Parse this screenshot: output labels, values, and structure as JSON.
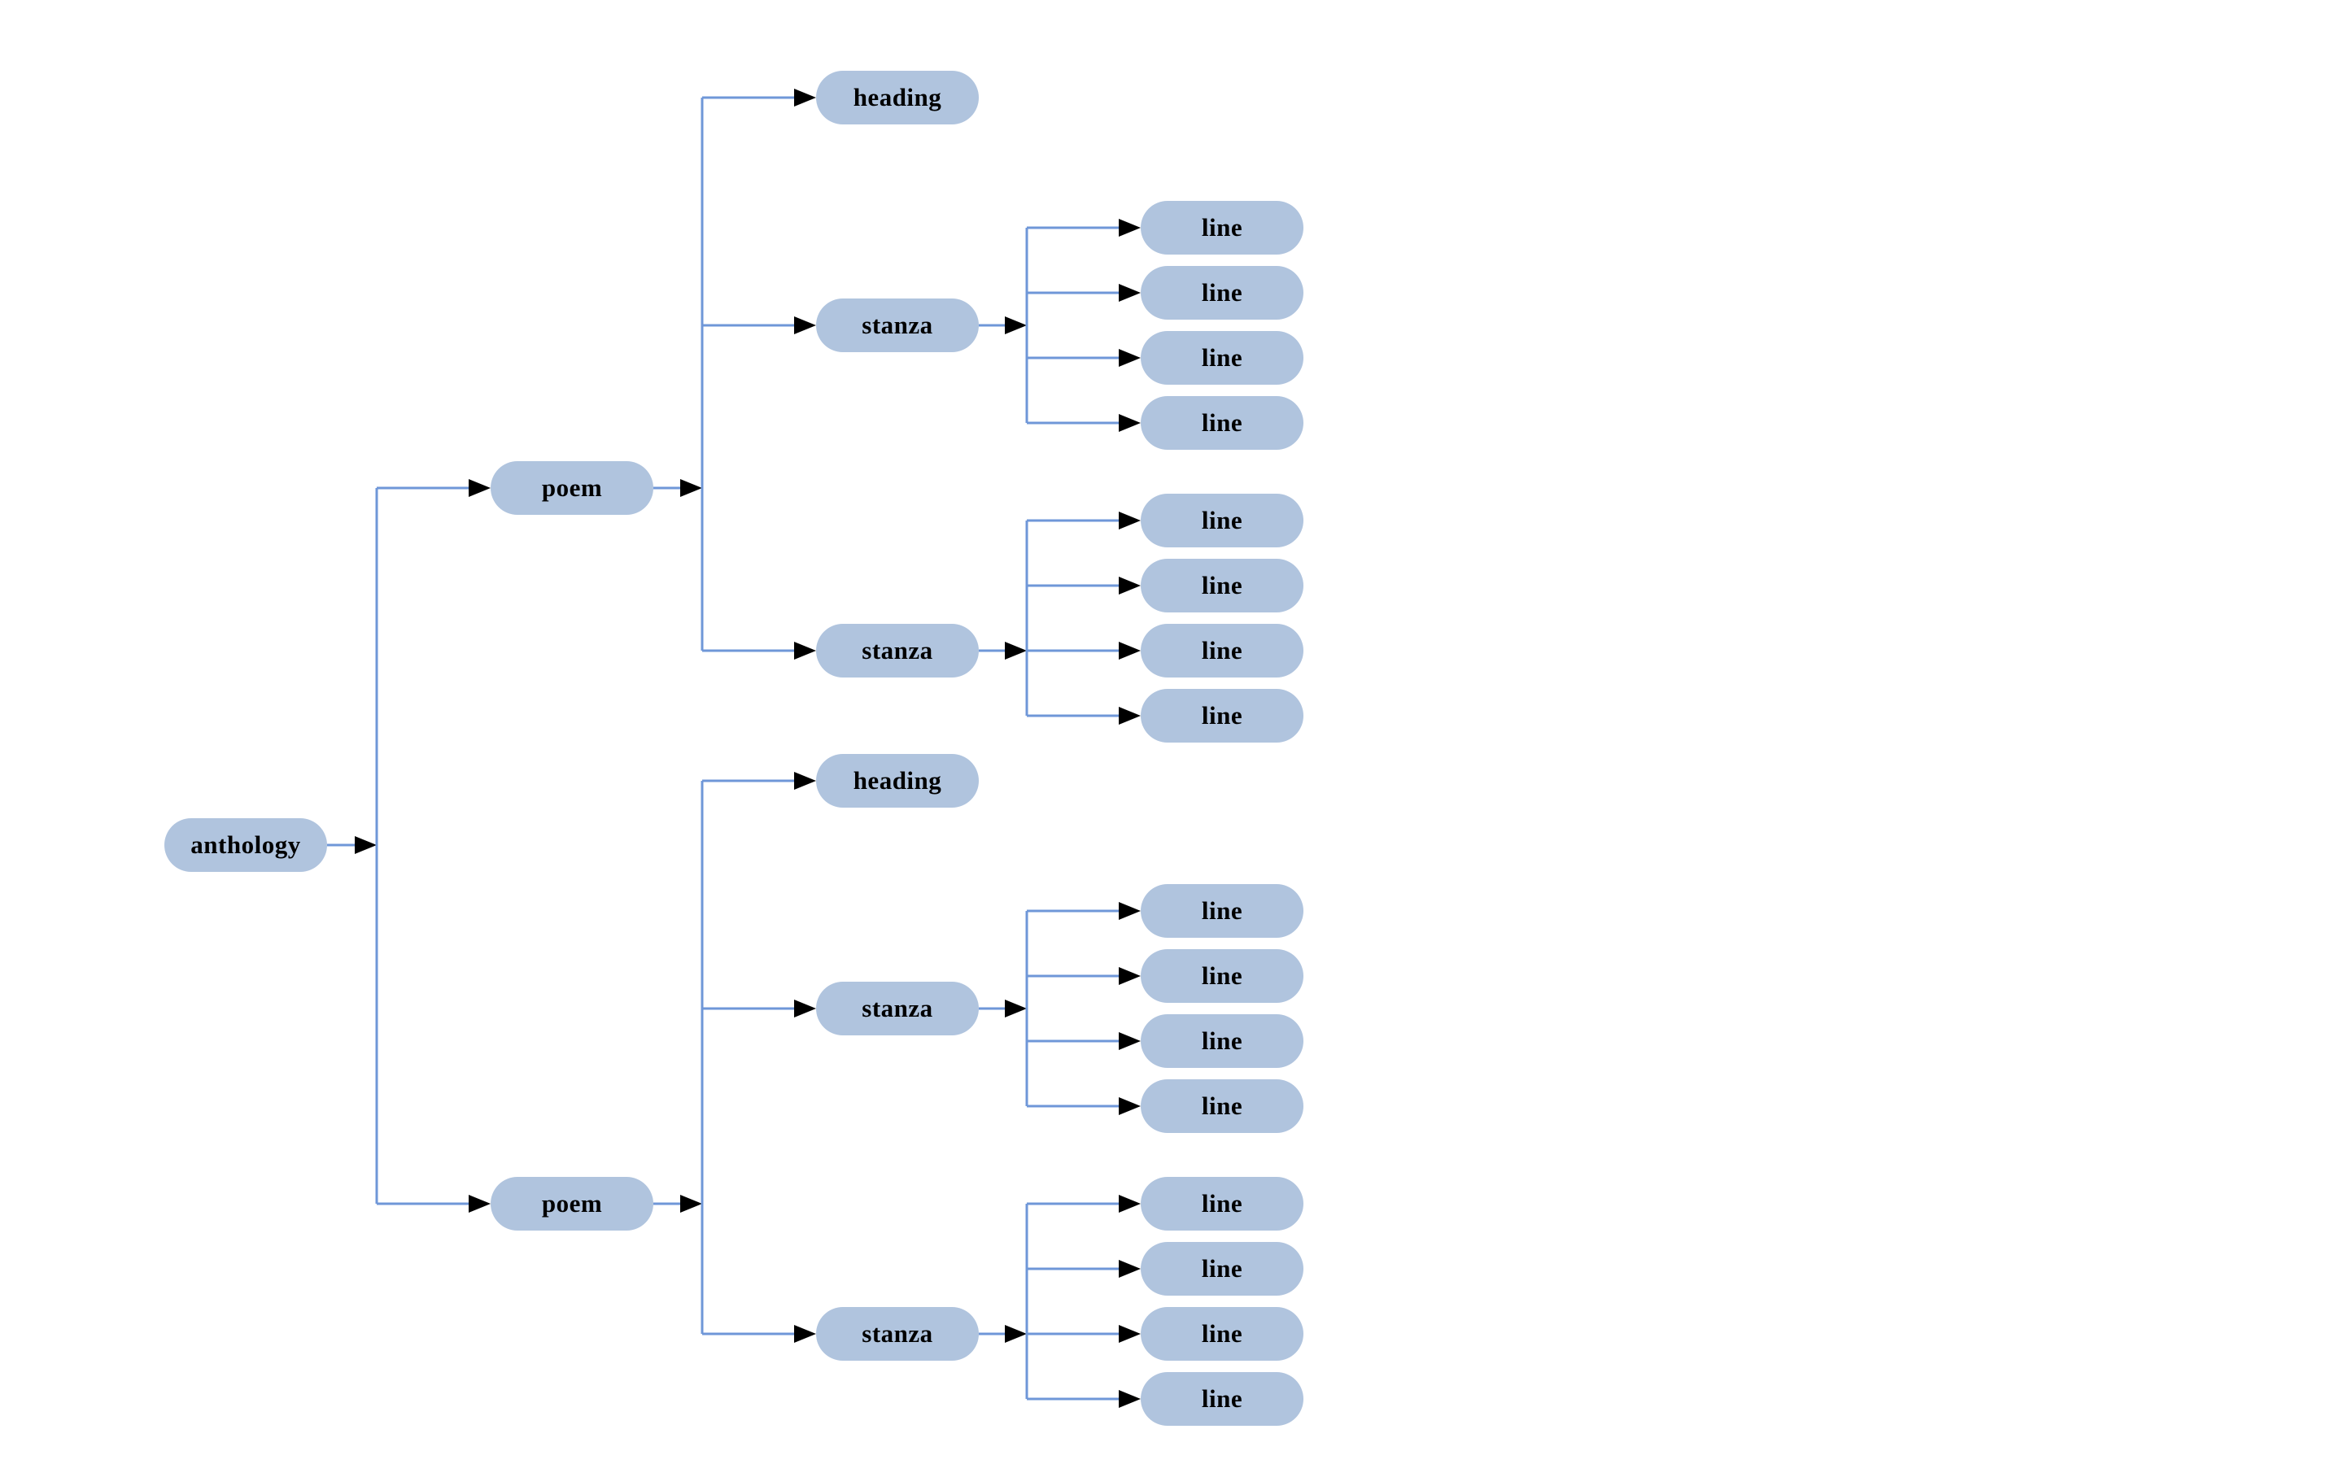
{
  "diagram": {
    "colors": {
      "background": "#ffffff",
      "node_fill": "#b0c4de",
      "edge": "#6f97d8",
      "arrowhead": "#000000",
      "label_text": "#000000"
    },
    "tree": {
      "label": "anthology",
      "children": [
        {
          "label": "poem",
          "children": [
            {
              "label": "heading",
              "children": []
            },
            {
              "label": "stanza",
              "children": [
                {
                  "label": "line",
                  "children": []
                },
                {
                  "label": "line",
                  "children": []
                },
                {
                  "label": "line",
                  "children": []
                },
                {
                  "label": "line",
                  "children": []
                }
              ]
            },
            {
              "label": "stanza",
              "children": [
                {
                  "label": "line",
                  "children": []
                },
                {
                  "label": "line",
                  "children": []
                },
                {
                  "label": "line",
                  "children": []
                },
                {
                  "label": "line",
                  "children": []
                }
              ]
            }
          ]
        },
        {
          "label": "poem",
          "children": [
            {
              "label": "heading",
              "children": []
            },
            {
              "label": "stanza",
              "children": [
                {
                  "label": "line",
                  "children": []
                },
                {
                  "label": "line",
                  "children": []
                },
                {
                  "label": "line",
                  "children": []
                },
                {
                  "label": "line",
                  "children": []
                }
              ]
            },
            {
              "label": "stanza",
              "children": [
                {
                  "label": "line",
                  "children": []
                },
                {
                  "label": "line",
                  "children": []
                },
                {
                  "label": "line",
                  "children": []
                },
                {
                  "label": "line",
                  "children": []
                }
              ]
            }
          ]
        }
      ]
    }
  }
}
